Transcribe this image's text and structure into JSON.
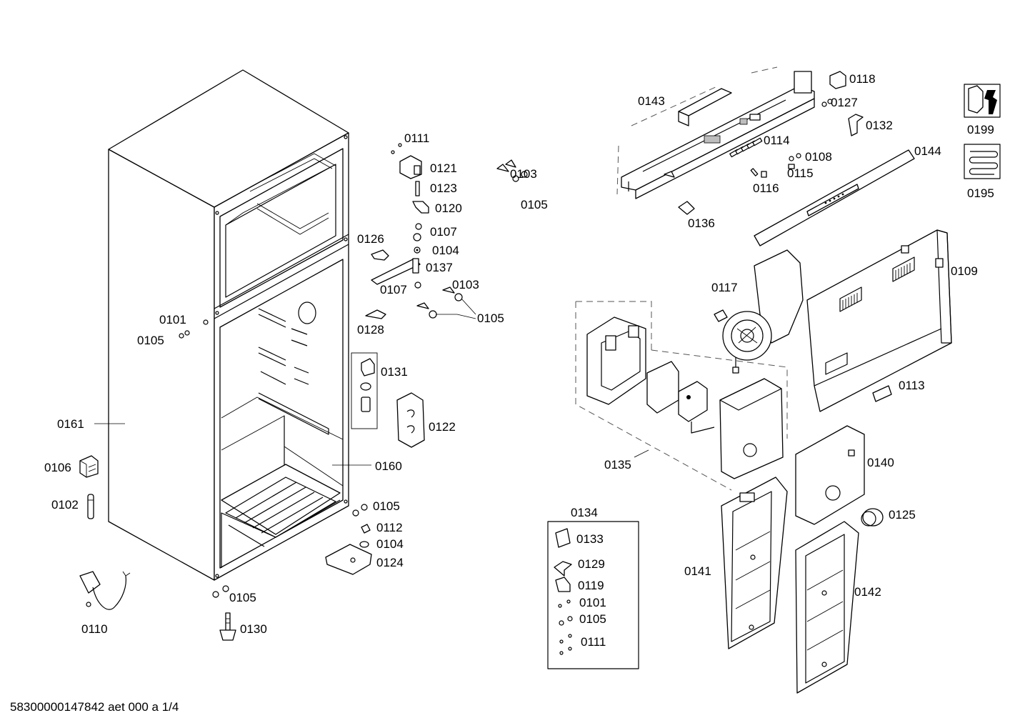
{
  "parts": {
    "p0161": "0161",
    "p0160": "0160",
    "p0106": "0106",
    "p0102": "0102",
    "p0110": "0110",
    "p0130": "0130",
    "p0105a": "0105",
    "p0101a": "0101",
    "p0105b": "0105",
    "p0111a": "0111",
    "p0121": "0121",
    "p0123": "0123",
    "p0120": "0120",
    "p0107a": "0107",
    "p0104a": "0104",
    "p0137": "0137",
    "p0126": "0126",
    "p0107b": "0107",
    "p0103a": "0103",
    "p0105c": "0105",
    "p0103b": "0103",
    "p0105d": "0105",
    "p0128": "0128",
    "p0131": "0131",
    "p0122": "0122",
    "p0105e": "0105",
    "p0112": "0112",
    "p0104b": "0104",
    "p0124": "0124",
    "p0143": "0143",
    "p0118": "0118",
    "p0127": "0127",
    "p0132": "0132",
    "p0114": "0114",
    "p0108": "0108",
    "p0115": "0115",
    "p0116": "0116",
    "p0144": "0144",
    "p0136": "0136",
    "p0117": "0117",
    "p0109": "0109",
    "p0113": "0113",
    "p0135": "0135",
    "p0140": "0140",
    "p0125": "0125",
    "p0141": "0141",
    "p0142": "0142",
    "p0199": "0199",
    "p0195": "0195",
    "p0134": "0134",
    "p0133": "0133",
    "p0129": "0129",
    "p0119": "0119",
    "p0101b": "0101",
    "p0105f": "0105",
    "p0111b": "0111"
  },
  "footer": "58300000147842 aet 000 a 1/4",
  "icons": [
    "service-wrench-icon",
    "cooling-coil-icon"
  ]
}
